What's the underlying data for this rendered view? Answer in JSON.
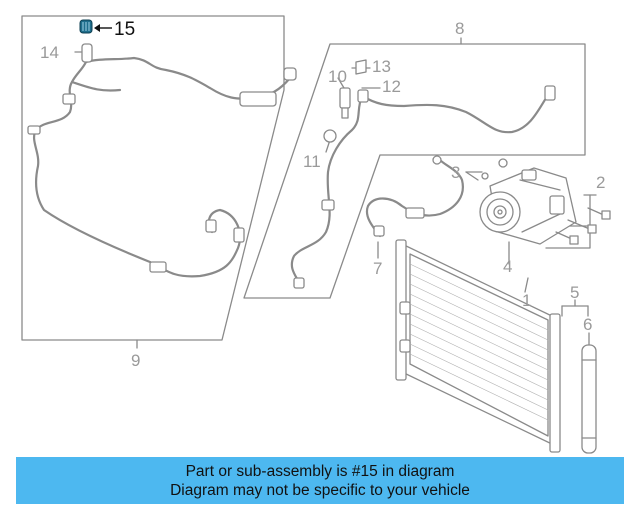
{
  "diagram": {
    "highlighted_part": "15",
    "callouts": {
      "c1": "1",
      "c2": "2",
      "c3": "3",
      "c4": "4",
      "c5": "5",
      "c6": "6",
      "c7": "7",
      "c8": "8",
      "c9": "9",
      "c10": "10",
      "c11": "11",
      "c12": "12",
      "c13": "13",
      "c14": "14",
      "c15": "15"
    },
    "colors": {
      "line": "#8a8a8a",
      "highlight": "#1f6e8c",
      "banner": "#4db8f0"
    }
  },
  "banner": {
    "line1": "Part or sub-assembly is #15 in diagram",
    "line2": "Diagram may not be specific to your vehicle"
  }
}
